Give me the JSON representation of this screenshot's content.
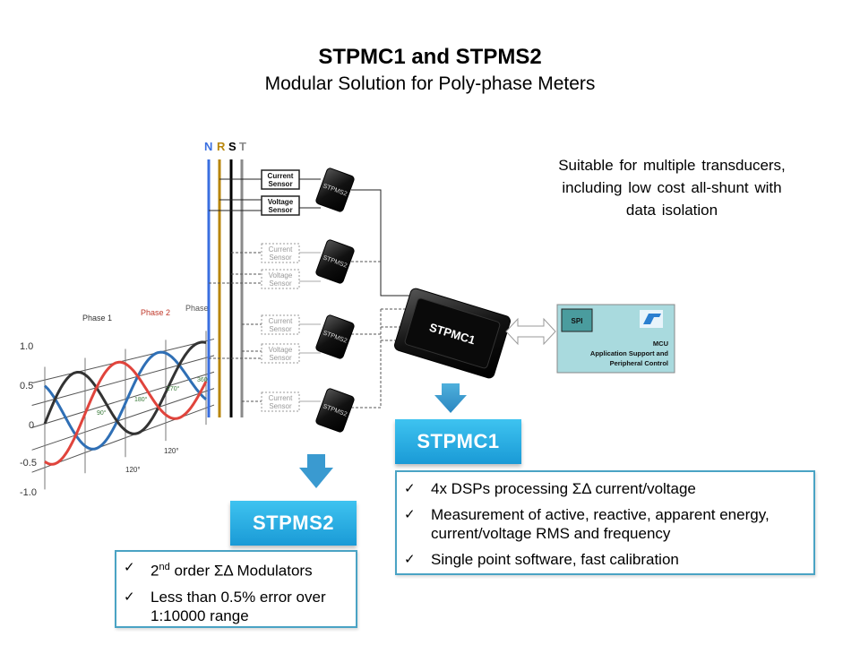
{
  "header": {
    "title": "STPMC1 and STPMS2",
    "subtitle": "Modular Solution for Poly-phase Meters"
  },
  "note": {
    "lines": [
      "Suitable for multiple transducers,",
      "including low cost all-shunt with",
      "data isolation"
    ]
  },
  "phases": [
    {
      "letter": "N",
      "color": "#3a6fe0"
    },
    {
      "letter": "R",
      "color": "#b8860b"
    },
    {
      "letter": "S",
      "color": "#000000"
    },
    {
      "letter": "T",
      "color": "#8a8a8a"
    }
  ],
  "sensors": {
    "current": [
      "Current",
      "Sensor"
    ],
    "voltage": [
      "Voltage",
      "Sensor"
    ]
  },
  "chips": {
    "stpms2": "STPMS2",
    "stpmc1": "STPMC1"
  },
  "mcu": {
    "spi": "SPI",
    "lines": [
      "MCU",
      "Application Support and",
      "Peripheral Control"
    ]
  },
  "waveform": {
    "yticks": [
      "1.0",
      "0.5",
      "0",
      "-0.5",
      "-1.0"
    ],
    "phase_labels": [
      "Phase 1",
      "Phase 2",
      "Phase"
    ],
    "angle_labels": [
      "90°",
      "180°",
      "270°",
      "360°"
    ],
    "spacing_labels": [
      "120°",
      "120°"
    ],
    "colors": {
      "phase1": "#333333",
      "phase2": "#e0443c",
      "phase3": "#2f6fb5"
    }
  },
  "stpmc1_panel": {
    "label": "STPMC1",
    "items": [
      "4x DSPs processing ΣΔ current/voltage",
      "Measurement of active, reactive, apparent energy, current/voltage RMS and frequency",
      "Single point software, fast calibration"
    ]
  },
  "stpms2_panel": {
    "label": "STPMS2",
    "items": [
      {
        "pre": "2",
        "sup": "nd",
        "post": " order ΣΔ Modulators"
      },
      {
        "text": "Less than 0.5% error over 1:10000 range"
      }
    ]
  },
  "check_glyph": "✓",
  "colors": {
    "accent": "#1fa6e0",
    "border": "#4aa3c4",
    "mcu_bg": "#a9dade",
    "spi_bg": "#4a9c9e"
  }
}
